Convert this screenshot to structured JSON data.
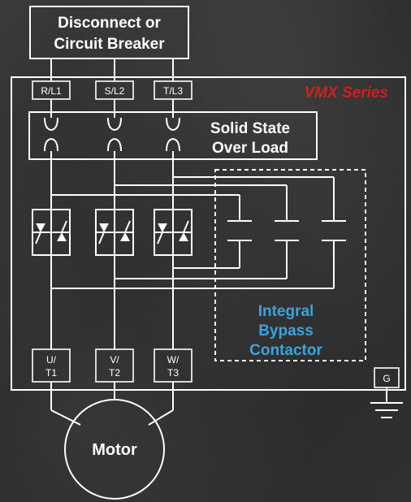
{
  "breaker": {
    "line1": "Disconnect or",
    "line2": "Circuit Breaker"
  },
  "series_label": "VMX Series",
  "input_terminals": [
    "R/L1",
    "S/L2",
    "T/L3"
  ],
  "overload": {
    "line1": "Solid State",
    "line2": "Over Load"
  },
  "bypass": {
    "line1": "Integral",
    "line2": "Bypass",
    "line3": "Contactor"
  },
  "output_terminals": [
    {
      "top": "U/",
      "bottom": "T1"
    },
    {
      "top": "V/",
      "bottom": "T2"
    },
    {
      "top": "W/",
      "bottom": "T3"
    }
  ],
  "ground_terminal": "G",
  "motor": "Motor",
  "colors": {
    "series": "#d01f1f",
    "bypass": "#3aa4dd",
    "lines": "#ffffff"
  }
}
